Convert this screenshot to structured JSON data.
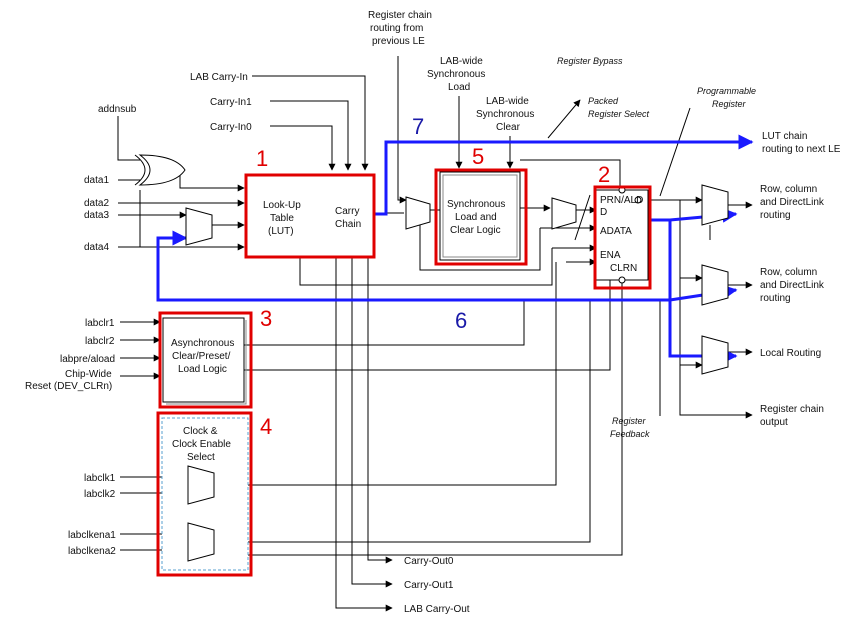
{
  "colors": {
    "highlight_red": "#e00000",
    "highlight_blue": "#1a1aff",
    "number_blue": "#1a1aa8"
  },
  "inputs": {
    "addnsub": "addnsub",
    "data1": "data1",
    "data2": "data2",
    "data3": "data3",
    "data4": "data4",
    "lab_carry_in": "LAB Carry-In",
    "carry_in1": "Carry-In1",
    "carry_in0": "Carry-In0",
    "labclr1": "labclr1",
    "labclr2": "labclr2",
    "labpre_aload": "labpre/aload",
    "chip_wide_1": "Chip-Wide",
    "chip_wide_2": "Reset (DEV_CLRn)",
    "labclk1": "labclk1",
    "labclk2": "labclk2",
    "labclkena1": "labclkena1",
    "labclkena2": "labclkena2"
  },
  "blocks": {
    "lut_1": "Look-Up",
    "lut_2": "Table",
    "lut_3": "(LUT)",
    "carry_1": "Carry",
    "carry_2": "Chain",
    "sync_1": "Synchronous",
    "sync_2": "Load and",
    "sync_3": "Clear Logic",
    "async_1": "Asynchronous",
    "async_2": "Clear/Preset/",
    "async_3": "Load Logic",
    "clk_1": "Clock &",
    "clk_2": "Clock Enable",
    "clk_3": "Select",
    "reg_prn": "PRN/ALD",
    "reg_d": "D",
    "reg_adata": "ADATA",
    "reg_ena": "ENA",
    "reg_clrn": "CLRN"
  },
  "top_labels": {
    "reg_chain_in_1": "Register chain",
    "reg_chain_in_2": "routing from",
    "reg_chain_in_3": "previous LE",
    "lab_sync_load_1": "LAB-wide",
    "lab_sync_load_2": "Synchronous",
    "lab_sync_load_3": "Load",
    "lab_sync_clear_1": "LAB-wide",
    "lab_sync_clear_2": "Synchronous",
    "lab_sync_clear_3": "Clear",
    "register_bypass": "Register Bypass",
    "packed_1": "Packed",
    "packed_2": "Register Select",
    "programmable_1": "Programmable",
    "programmable_2": "Register",
    "register_feedback_1": "Register",
    "register_feedback_2": "Feedback"
  },
  "outputs": {
    "lut_chain_1": "LUT chain",
    "lut_chain_2": "routing to next LE",
    "row1_1": "Row, column",
    "row1_2": "and DirectLink",
    "row1_3": "routing",
    "row2_1": "Row, column",
    "row2_2": "and DirectLink",
    "row2_3": "routing",
    "local_routing": "Local Routing",
    "reg_chain_out_1": "Register chain",
    "reg_chain_out_2": "output",
    "carry_out0": "Carry-Out0",
    "carry_out1": "Carry-Out1",
    "lab_carry_out": "LAB Carry-Out"
  },
  "annotations": {
    "n1": "1",
    "n2": "2",
    "n3": "3",
    "n4": "4",
    "n5": "5",
    "n6": "6",
    "n7": "7"
  }
}
